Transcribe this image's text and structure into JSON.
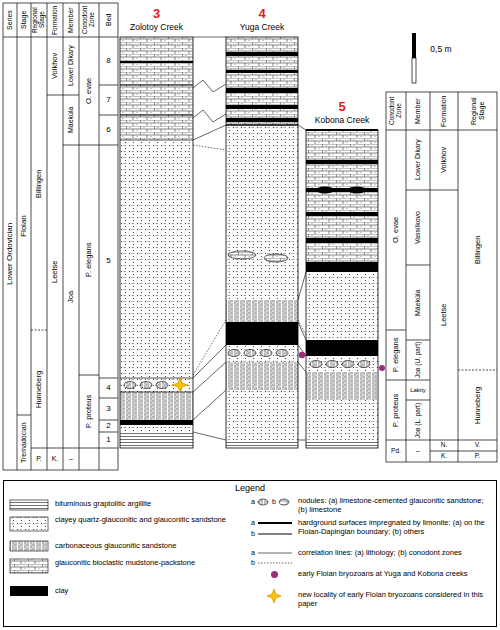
{
  "diagram": {
    "nodes": [
      {
        "text": [
          "Legend"
        ]
      }
    ],
    "labels": [
      "Series",
      "Stage",
      "Regional Stage",
      "Formation",
      "Member",
      "Conodont Zone",
      "Bed",
      "Lower Ordovician",
      "Floian",
      "Tremadocian",
      "Billingen",
      "Hunneberg",
      "P.",
      "Volkhov",
      "Leetse",
      "K.",
      "Lower Dikary",
      "Mäeküla",
      "Joa",
      "–",
      "O. evae",
      "P. elegans",
      "P. proteus",
      "8",
      "7",
      "6",
      "5",
      "4",
      "3",
      "2",
      "1",
      "3",
      "Zolotoy Creek",
      "4",
      "Yuga Creek",
      "5",
      "Kobona Creek",
      "0,5 m",
      "Conodont Zone",
      "Member",
      "Formation",
      "Regional Stage",
      "O. evae",
      "P. elegans",
      "P. proteus",
      "Pd.",
      "Lower Dikary",
      "Vassilkovo",
      "Mäeküla",
      "Joa (U. part)",
      "Lakity",
      "Joa (L. part)",
      "–",
      "Volkhov",
      "Leetse",
      "N.",
      "K.",
      "Billingen",
      "Hunneberg",
      "V.",
      "P.",
      "a",
      "b",
      "a",
      "b",
      "a",
      "b"
    ],
    "legend": [
      {
        "text": "bituminous graptolitic argillite"
      },
      {
        "text": "clayey quartz-glauconitic and glauconitic sandstone"
      },
      {
        "text": "carbonaceous glauconitic sandstone"
      },
      {
        "text": "glauconitic bioclastic mudstone-packstone"
      },
      {
        "text": "clay",
        "color": "#000000"
      },
      {
        "text": "nodules: (a) limestone-cemented glauconitic sandstone; (b) limestone"
      },
      {
        "text": "hardground surfaces impregnated by limonite: (a) on the Floian-Dapingian boundary; (b) others"
      },
      {
        "text": "correlation lines: (a) lithology; (b) conodont zones"
      },
      {
        "text": "early Floian bryozoans at Yuga and Kobona creeks",
        "color": "#9c2c77"
      },
      {
        "text": "new locality of early Floian bryozoans considered in this paper"
      }
    ]
  }
}
